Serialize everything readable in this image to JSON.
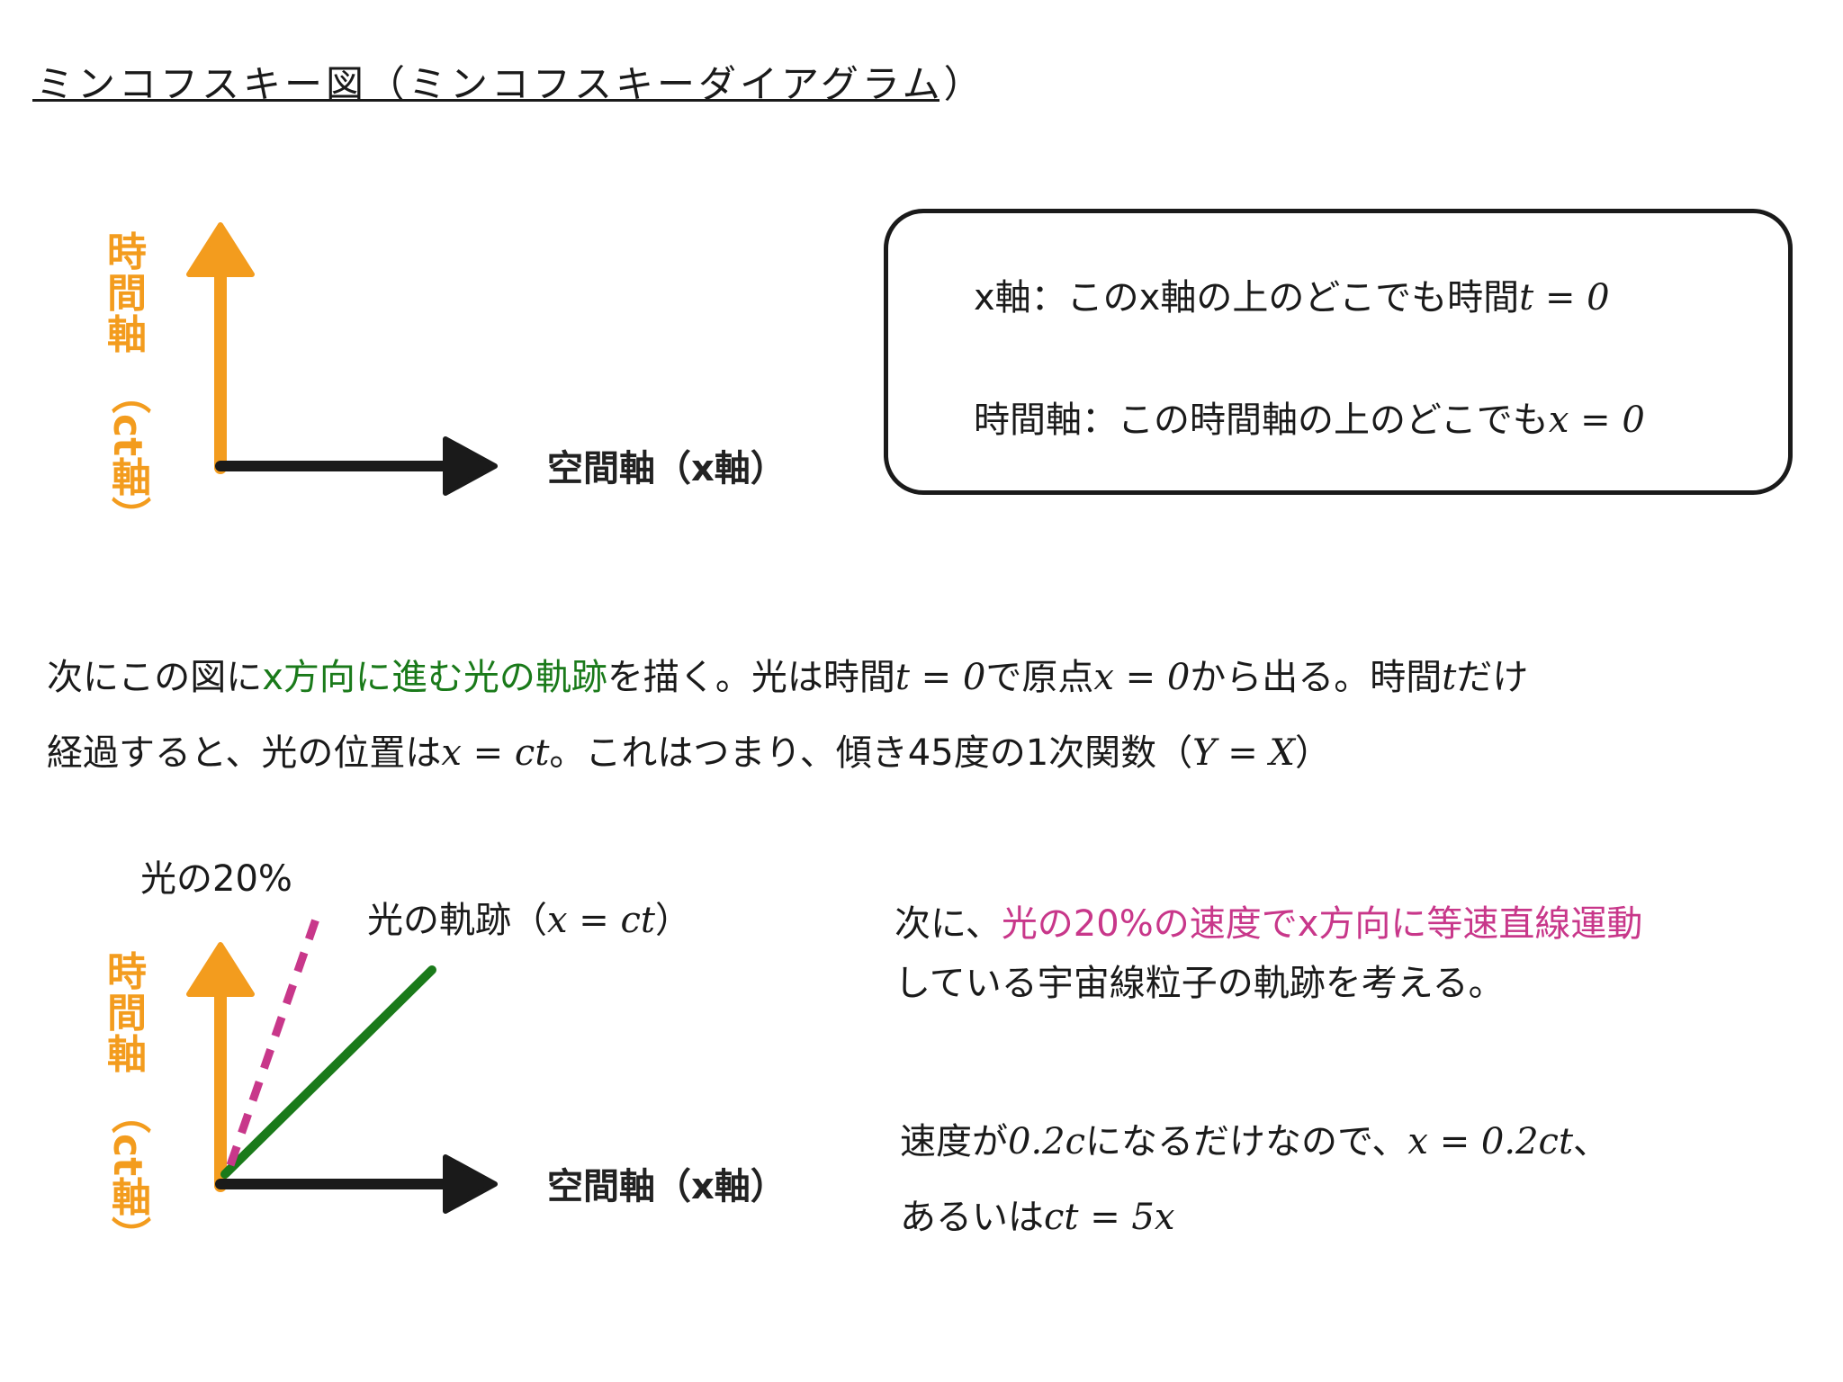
{
  "title": "ミンコフスキー図（ミンコフスキーダイアグラム）",
  "diagram1": {
    "time_axis_label_main": "時間軸",
    "time_axis_label_sub": "（ct軸）",
    "space_axis_label": "空間軸（x軸）"
  },
  "note_box": {
    "line1_text": "x軸：このx軸の上のどこでも時間",
    "line1_math": "t = 0",
    "line2_text": "時間軸：この時間軸の上のどこでも",
    "line2_math": "x = 0"
  },
  "paragraph1": {
    "p1": "次にこの図に",
    "p1_green": "x方向に進む光の軌跡",
    "p2": "を描く。光は時間",
    "m1": "t = 0",
    "p3": "で原点",
    "m2": "x = 0",
    "p4": "から出る。時間",
    "m3": "t",
    "p5": "だけ"
  },
  "paragraph2": {
    "p1": "経過すると、光の位置は",
    "m1": "x = ct",
    "p2": "。これはつまり、傾き45度の1次関数（",
    "m2": "Y = X",
    "p3": "）"
  },
  "diagram2": {
    "label_20": "光の20%",
    "label_light_text": "光の軌跡（",
    "label_light_math": "x = ct",
    "label_light_close": "）",
    "time_axis_label_main": "時間軸",
    "time_axis_label_sub": "（ct軸）",
    "space_axis_label": "空間軸（x軸）"
  },
  "paragraph3": {
    "p1": "次に、",
    "p1_pink": "光の20%の速度でx方向に等速直線運動",
    "p2": "している宇宙線粒子の軌跡を考える。"
  },
  "paragraph4": {
    "line1_text": "速度が",
    "line1_m1": "0.2c",
    "line1_text2": "になるだけなので、",
    "line1_m2": "x = 0.2ct",
    "line1_end": "、",
    "line2_text": "あるいは",
    "line2_m": "ct = 5x"
  },
  "colors": {
    "time_axis": "#f39c1e",
    "space_axis": "#1a1a1a",
    "light_path": "#1a7a1a",
    "particle_path": "#c8378a"
  }
}
